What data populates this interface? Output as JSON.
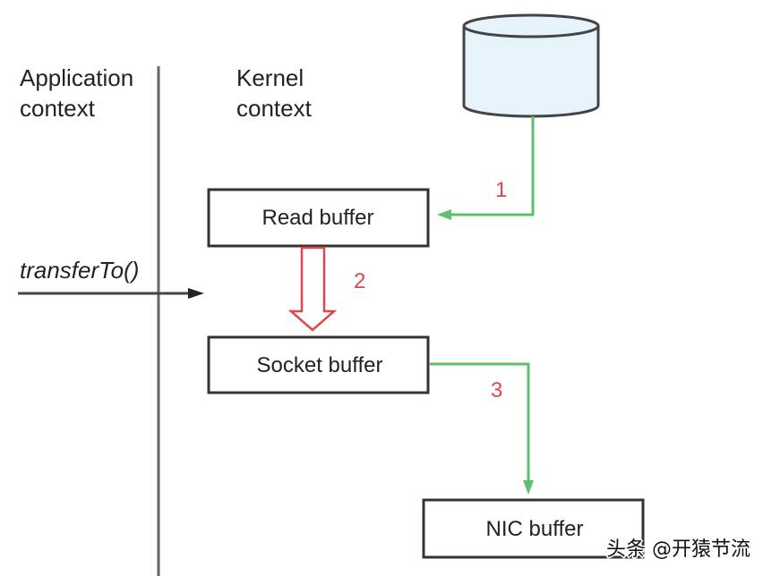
{
  "columns": {
    "application": [
      "Application",
      "context"
    ],
    "kernel": [
      "Kernel",
      "context"
    ]
  },
  "call": {
    "label": "transferTo()"
  },
  "boxes": {
    "read": "Read buffer",
    "socket": "Socket buffer",
    "nic": "NIC buffer"
  },
  "steps": {
    "one": "1",
    "two": "2",
    "three": "3"
  },
  "colors": {
    "green": "#5cc06f",
    "red": "#e0464a",
    "disk_fill": "#e6f3fb",
    "line": "#444444"
  },
  "watermark": "头条 @开猿节流"
}
